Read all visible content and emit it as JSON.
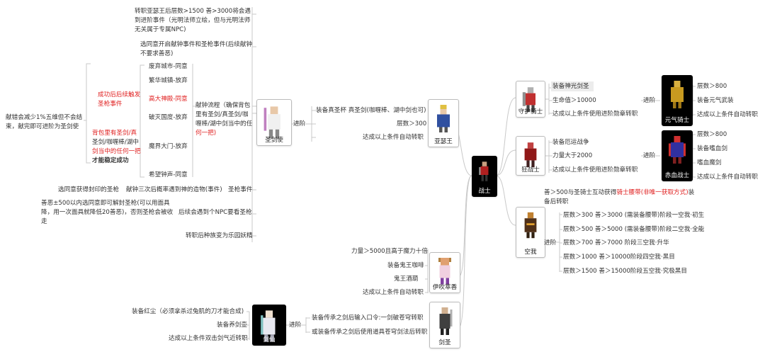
{
  "central": {
    "name": "战士"
  },
  "advance": "进阶",
  "knight": {
    "name": "圣剑使",
    "pre_event": [
      "转职亚瑟王后层数>1500 善>3000将会遇",
      "到进阶事件（光明法师立绘，但与光明法师",
      "无关属于专属NPC)"
    ],
    "open_event": [
      "选同意开启献钟事件和圣枪事件(后续献钟",
      "不要求善恶)"
    ],
    "fail_note": [
      "献错会减少1%五维但不会结",
      "束，献完即可进阶为圣剑使"
    ],
    "success": [
      "成功后后续触发",
      "圣枪事件"
    ],
    "pack": [
      "背包里有圣剑/真",
      "圣剑/咖喱棒/湖中",
      "剑当中的任何一把",
      "才能稳定成功"
    ],
    "cities": [
      "废弃城市-同意",
      "繁华城镇-放弃",
      "高大神殿-同意",
      "破灭国度-放弃",
      "魔界大门-放弃",
      "希望钟声-同意"
    ],
    "bell": [
      "献钟流程（确保背包",
      "里有圣剑/真圣剑/咖",
      "喱棒/湖中剑当中的任",
      "何一把)"
    ],
    "spear_a": "选同意获得封印的圣枪",
    "spear_b": "献钟三次后概率遇到神的造物(事件)",
    "spear_c": "圣枪事件",
    "evil": [
      "善恶±500以内选同意即可解封圣枪(可以用面具",
      "降，用一次面具就降低20善恶)，否则圣枪会被收",
      "走"
    ],
    "evil_follow": "后续会遇到个NPC要看圣枪",
    "race": "转职后种族变为乐园妖精"
  },
  "arthur": {
    "name": "亚瑟王",
    "reqs": [
      "装备真圣杯 真圣剑(咖喱棒、湖中剑也可)",
      "层数＞300",
      "达成以上条件自动转职"
    ]
  },
  "guardian": {
    "name": "守护骑士",
    "reqs": [
      "装备神光剑圣",
      "生命值＞10000",
      "达成以上条件使用进阶勋章转职"
    ]
  },
  "genki": {
    "name": "元气骑士",
    "reqs": [
      "层数＞800",
      "装备元气武装",
      "达成以上条件自动转职"
    ]
  },
  "berserker": {
    "name": "狂战士",
    "reqs": [
      "装备厄运战争",
      "力量大于2000",
      "达成以上条件使用进阶勋章转职"
    ]
  },
  "blood": {
    "name": "赤血战士",
    "reqs": [
      "层数＞800",
      "装备嗜血剑",
      "嗜血魔剑",
      "达成以上条件自动转职"
    ]
  },
  "kuuga": {
    "name": "空我",
    "intro_a": "善＞500与圣骑士互动获得",
    "intro_b": "骑士腰带(非唯一获取方式)",
    "intro_c": "装",
    "intro_d": "备后转职",
    "stages": [
      "层数＞300 善＞3000 (需装备腰带)阶段一空我·初生",
      "层数＞500 善＞5000 (需装备腰带)阶段二空我·全能",
      "层数＞700 善＞7000 阶段三空我·升华",
      "层数＞1000 善＞10000阶段四空我·黑目",
      "层数＞1500 善＞15000阶段五空我·究极黑目"
    ]
  },
  "ibuki": {
    "name": "伊吹萃香",
    "reqs": [
      "力量＞5000且高于魔力十倍",
      "装备鬼王咖啡",
      "鬼王酒葫",
      "达成以上条件自动转职"
    ]
  },
  "saint": {
    "name": "剑圣",
    "reqs": [
      "装备传承之剑后输入口令:一剑破苍穹转职",
      "或装备传承之剑后使用道具苍穹剑法后转职"
    ]
  },
  "sword_immortal": {
    "name": "剑仙",
    "reqs": [
      "装备红尘（必须拿杀过兔肌的刀才能合成)",
      "装备养剑壶",
      "达成以上条件双击剑气近转职"
    ]
  }
}
